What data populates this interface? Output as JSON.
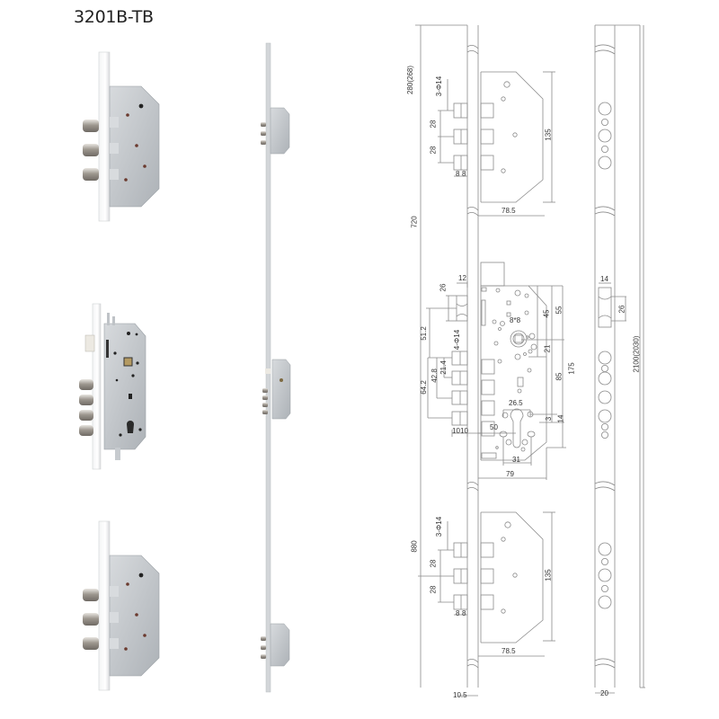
{
  "title": "3201B-TB",
  "photos": {
    "top_lock": {
      "label": "upper-auxiliary-lock-photo",
      "bolts": 3
    },
    "main_lock": {
      "label": "main-lock-body-photo",
      "bolts": 4
    },
    "bottom_lock": {
      "label": "lower-auxiliary-lock-photo",
      "bolts": 3
    },
    "full_assembly": {
      "label": "full-multipoint-assembly-photo"
    }
  },
  "drawing": {
    "colors": {
      "line": "#8a8a8a",
      "text": "#333333",
      "steel": "#c4c7cb",
      "bolt": "#a9a59f"
    },
    "overall": {
      "top_section": "280(268)",
      "mid_span_upper": "720",
      "mid_span_lower": "880",
      "total_length": "2100(2030)",
      "faceplate_width": "10.5",
      "strike_width": "20"
    },
    "top_lock": {
      "bolts": "3-Φ14",
      "pitch1": "28",
      "pitch2": "28",
      "bolt_w1": "8",
      "bolt_w2": "8",
      "height": "135",
      "depth": "78.5"
    },
    "main_lock": {
      "latch_w": "12",
      "latch_h": "26",
      "latch_offset": "51.2",
      "bolts": "4-Φ14",
      "pitch1": "21.4",
      "pitch2": "42.8",
      "pitch3": "64.2",
      "bolt_w1": "10",
      "bolt_w2": "10",
      "spindle": "8*8",
      "dim45": "45",
      "dim55": "55",
      "dim21": "21",
      "dim85": "85",
      "dim175": "175",
      "backset": "50",
      "cyl_26_5": "26.5",
      "dim3": "3",
      "dim14": "14",
      "cyl_31": "31",
      "depth": "79"
    },
    "bottom_lock": {
      "bolts": "3-Φ14",
      "pitch1": "28",
      "pitch2": "28",
      "bolt_w1": "8",
      "bolt_w2": "8",
      "height": "135",
      "depth": "78.5"
    },
    "strike": {
      "slot_w": "14",
      "slot_h": "26"
    }
  }
}
